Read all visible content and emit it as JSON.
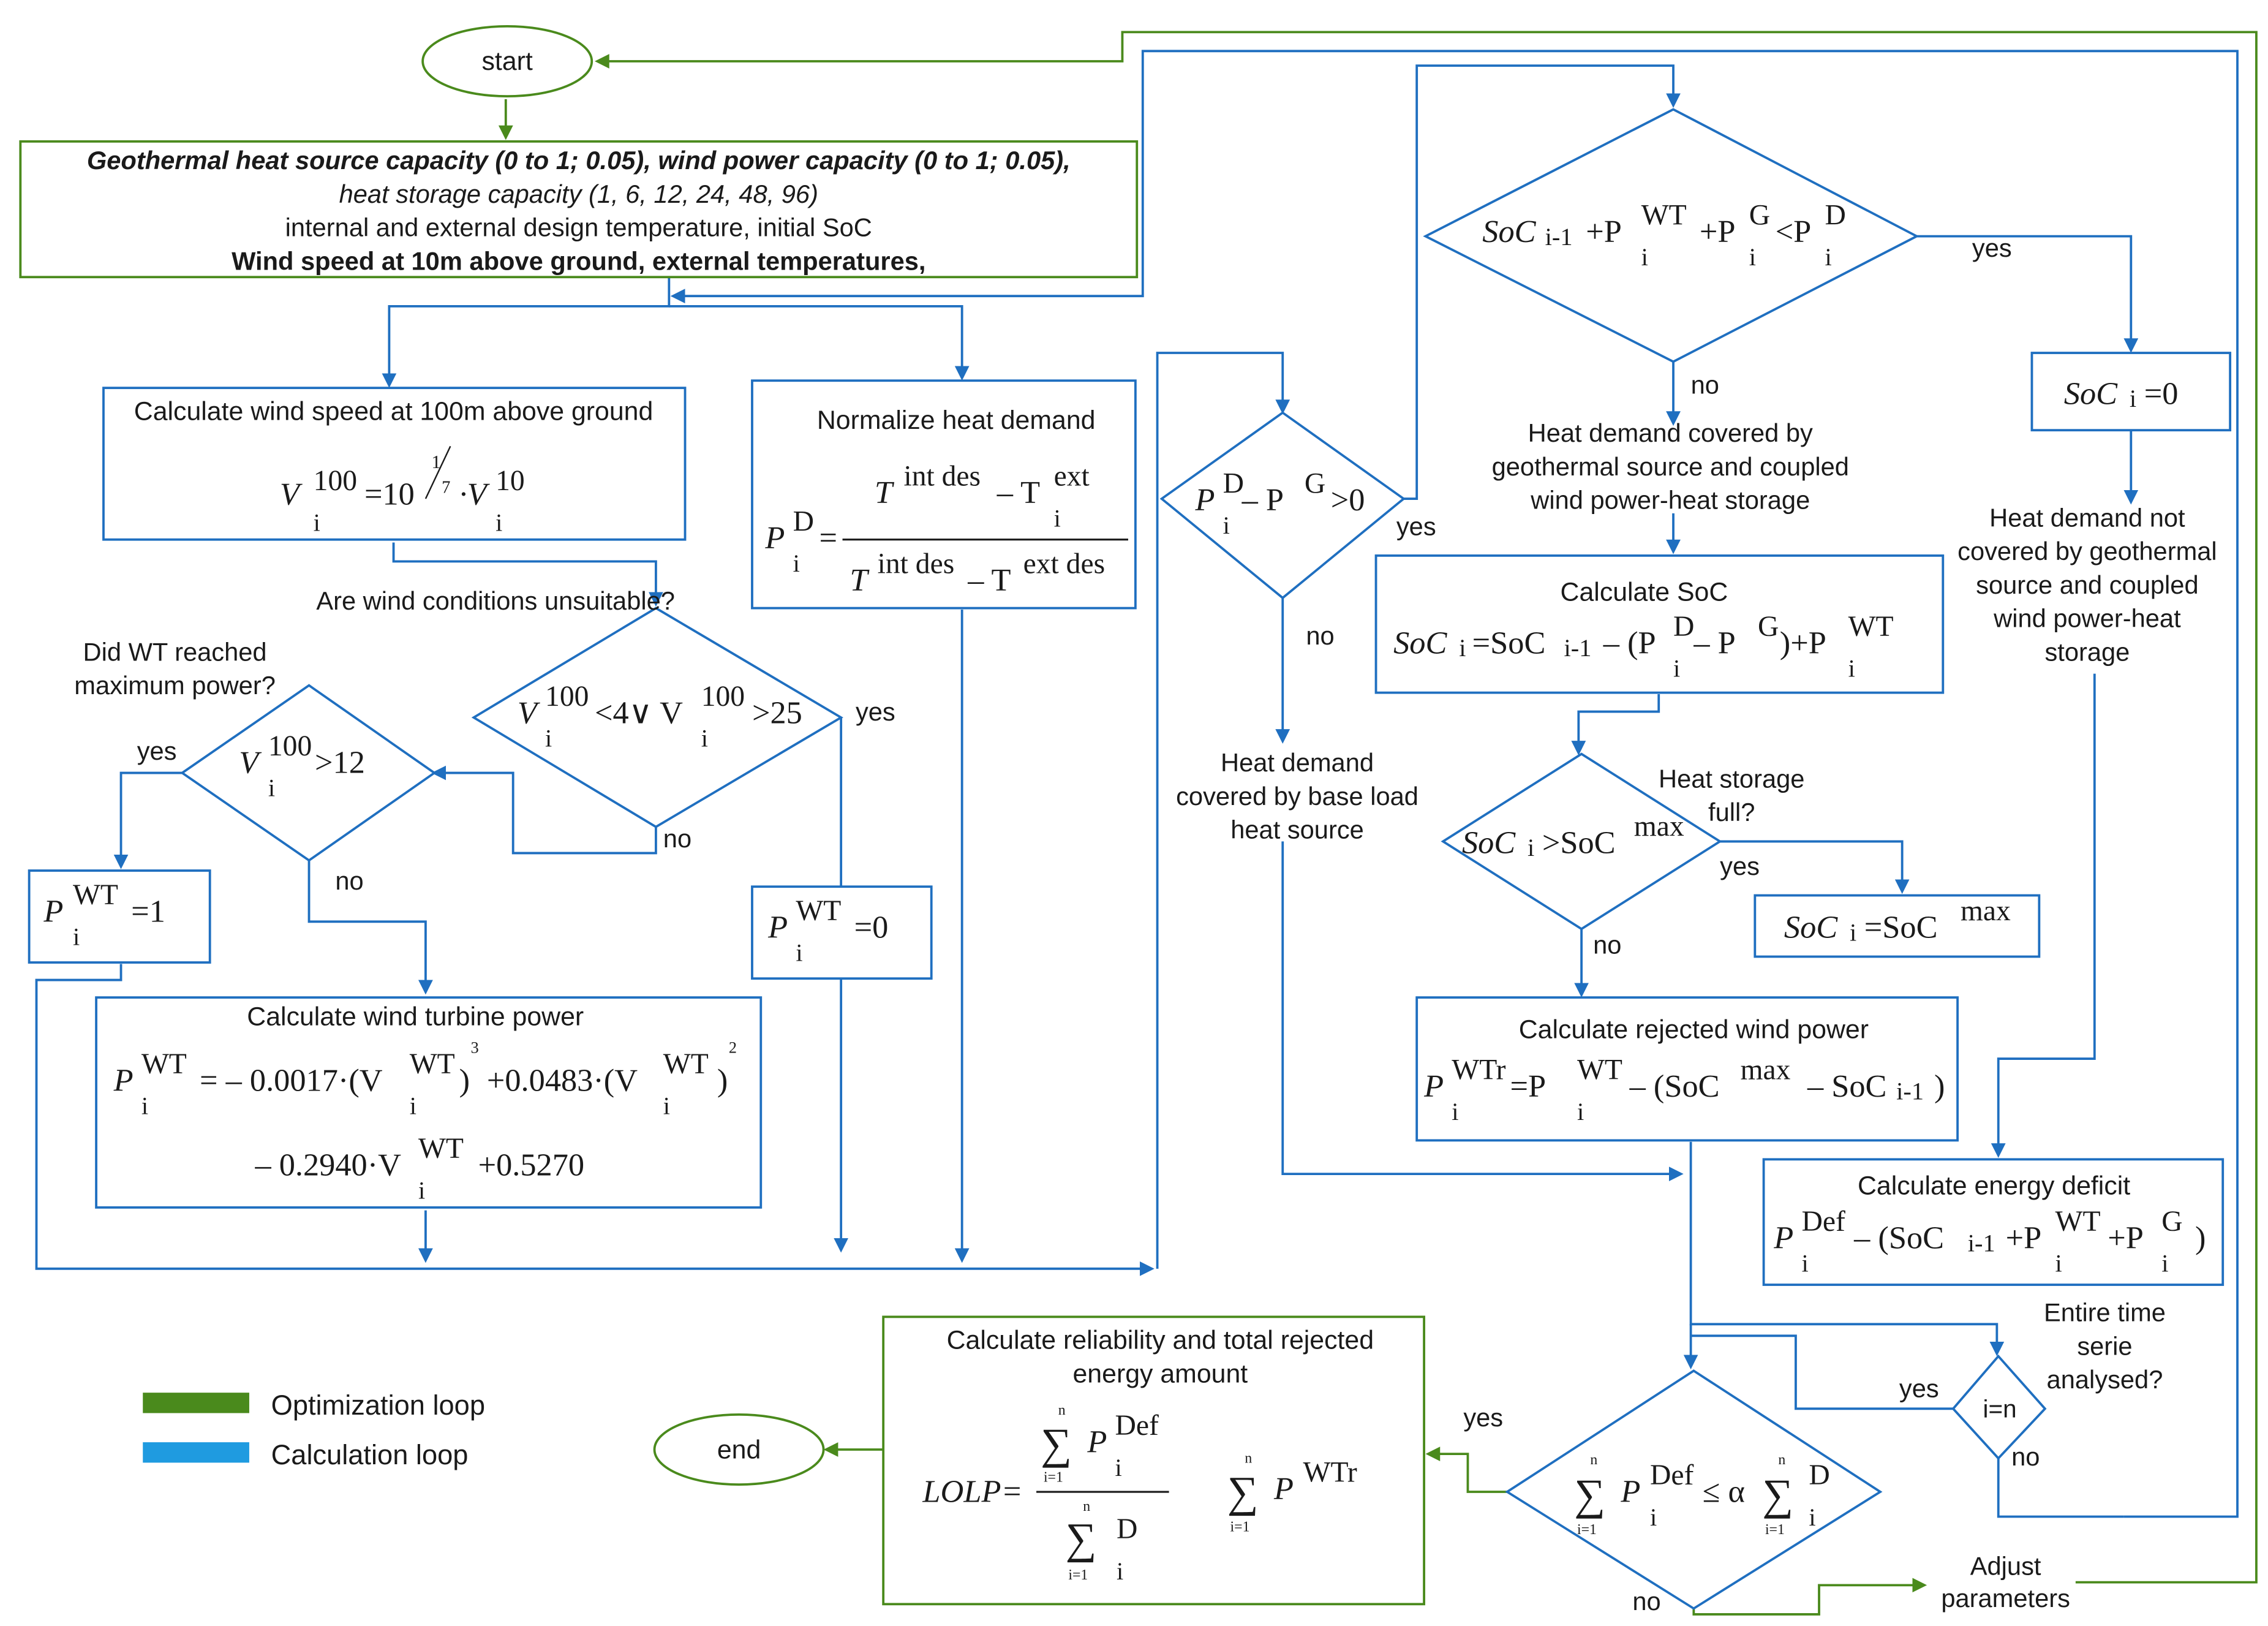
{
  "colors": {
    "calc": "#1f6fc0",
    "opt": "#4a8a1c"
  },
  "start": "start",
  "end": "end",
  "inputs": {
    "line1": "Geothermal heat source capacity (0 to 1; 0.05), wind power capacity (0 to 1; 0.05),",
    "line2": "heat storage capacity (1, 6, 12, 24, 48, 96)",
    "line3": "internal and external design temperature, initial SoC",
    "line4": "Wind speed at 10m above ground, external temperatures,"
  },
  "wind100": {
    "title": "Calculate wind speed at 100m above ground"
  },
  "normalize": {
    "title": "Normalize heat demand"
  },
  "q_wind": {
    "label": "Are wind conditions unsuitable?"
  },
  "q_wt_max": {
    "label_1": "Did WT reached",
    "label_2": "maximum power?"
  },
  "wt_power": {
    "title": "Calculate wind turbine power"
  },
  "base_load": {
    "l1": "Heat demand",
    "l2": "covered by base load",
    "l3": "heat source"
  },
  "covered_geo": {
    "l1": "Heat demand covered by",
    "l2": "geothermal source and coupled",
    "l3": "wind power-heat storage"
  },
  "soc_calc": {
    "title": "Calculate SoC"
  },
  "storage_full": {
    "l1": "Heat storage",
    "l2": "full?"
  },
  "rejected": {
    "title": "Calculate rejected wind power"
  },
  "not_covered": {
    "l1": "Heat demand not",
    "l2": "covered by geothermal",
    "l3": "source and coupled",
    "l4": "wind power-heat",
    "l5": "storage"
  },
  "deficit": {
    "title": "Calculate energy deficit"
  },
  "entire": {
    "l1": "Entire time",
    "l2": "serie",
    "l3": "analysed?",
    "cond": "i=n"
  },
  "reliability": {
    "l1": "Calculate reliability and total rejected",
    "l2": "energy amount"
  },
  "adjust": {
    "l1": "Adjust",
    "l2": "parameters"
  },
  "legend": {
    "opt": "Optimization loop",
    "calc": "Calculation loop"
  },
  "labels": {
    "yes": "yes",
    "no": "no"
  }
}
